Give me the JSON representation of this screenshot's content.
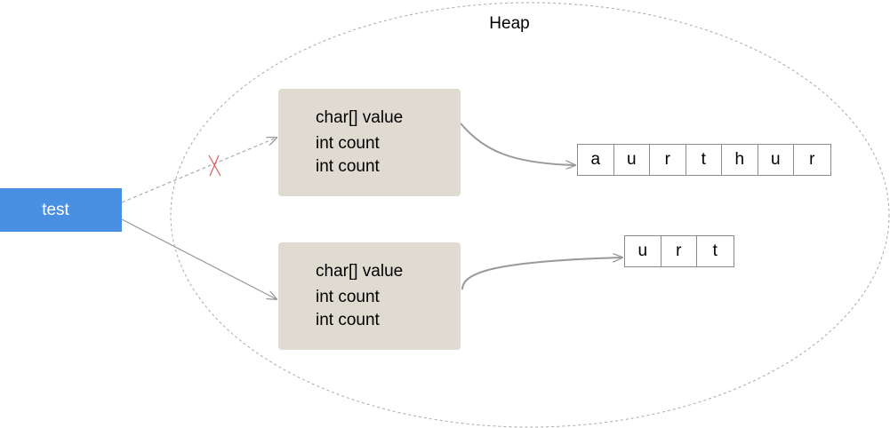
{
  "heap": {
    "title": "Heap"
  },
  "reference": {
    "label": "test"
  },
  "objects": [
    {
      "fields": [
        "char[] value",
        "int count",
        "int count"
      ]
    },
    {
      "fields": [
        "char[] value",
        "int count",
        "int count"
      ]
    }
  ],
  "arrays": [
    {
      "chars": [
        "a",
        "u",
        "r",
        "t",
        "h",
        "u",
        "r"
      ]
    },
    {
      "chars": [
        "u",
        "r",
        "t"
      ]
    }
  ],
  "colors": {
    "reference_fill": "#4a90e2",
    "object_fill": "#e0dbd0",
    "arrow": "#999999",
    "removed_mark": "#e05a5a"
  }
}
